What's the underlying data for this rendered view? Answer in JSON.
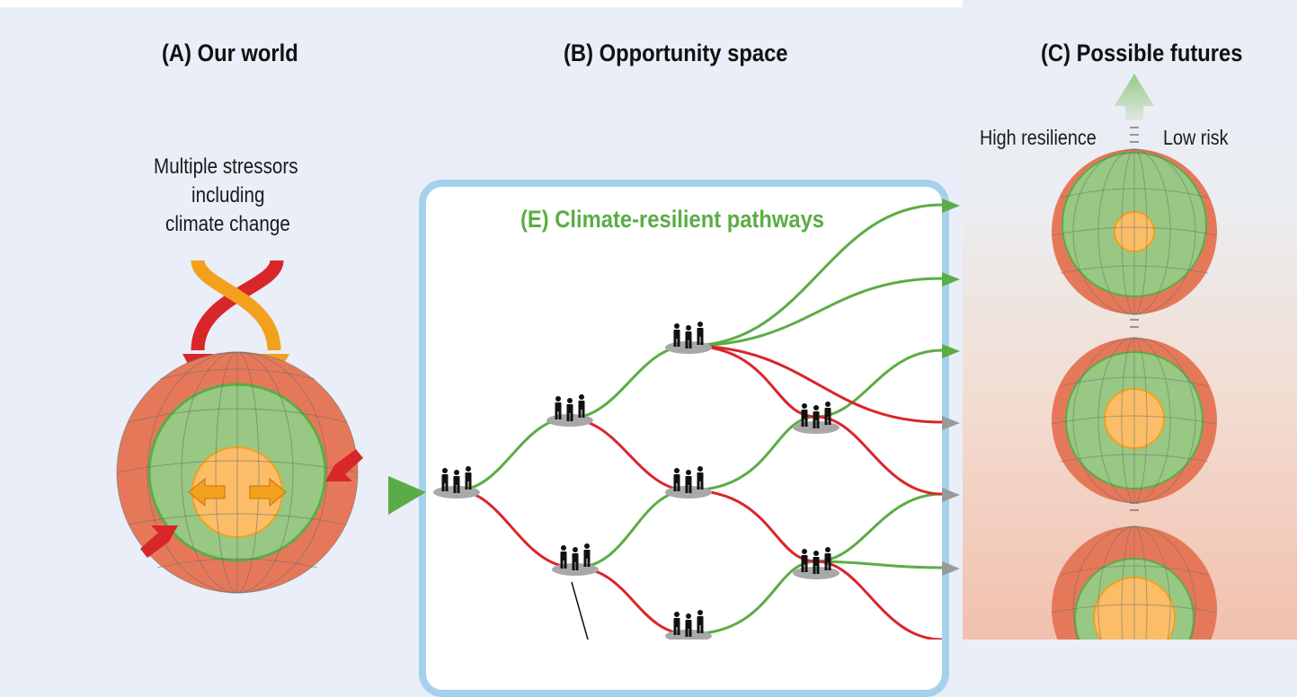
{
  "panel_a": {
    "title": "(A) Our world",
    "stressors_lines": [
      "Multiple stressors",
      "including",
      "climate change"
    ]
  },
  "panel_b": {
    "title": "(B) Opportunity space"
  },
  "panel_c": {
    "title": "(C) Possible futures",
    "left_label": "High resilience",
    "right_label": "Low risk"
  },
  "panel_e": {
    "title": "(E) Climate-resilient pathways"
  },
  "colors": {
    "resilient_path": "#5aad45",
    "risk_path": "#d8262a",
    "box_border": "#a6d1ec",
    "outer_globe": "#e6785a",
    "middle_globe": "#98c883",
    "inner_globe": "#fbbd68",
    "stressor_red": "#d8262a",
    "stressor_orange": "#f2a11d"
  }
}
